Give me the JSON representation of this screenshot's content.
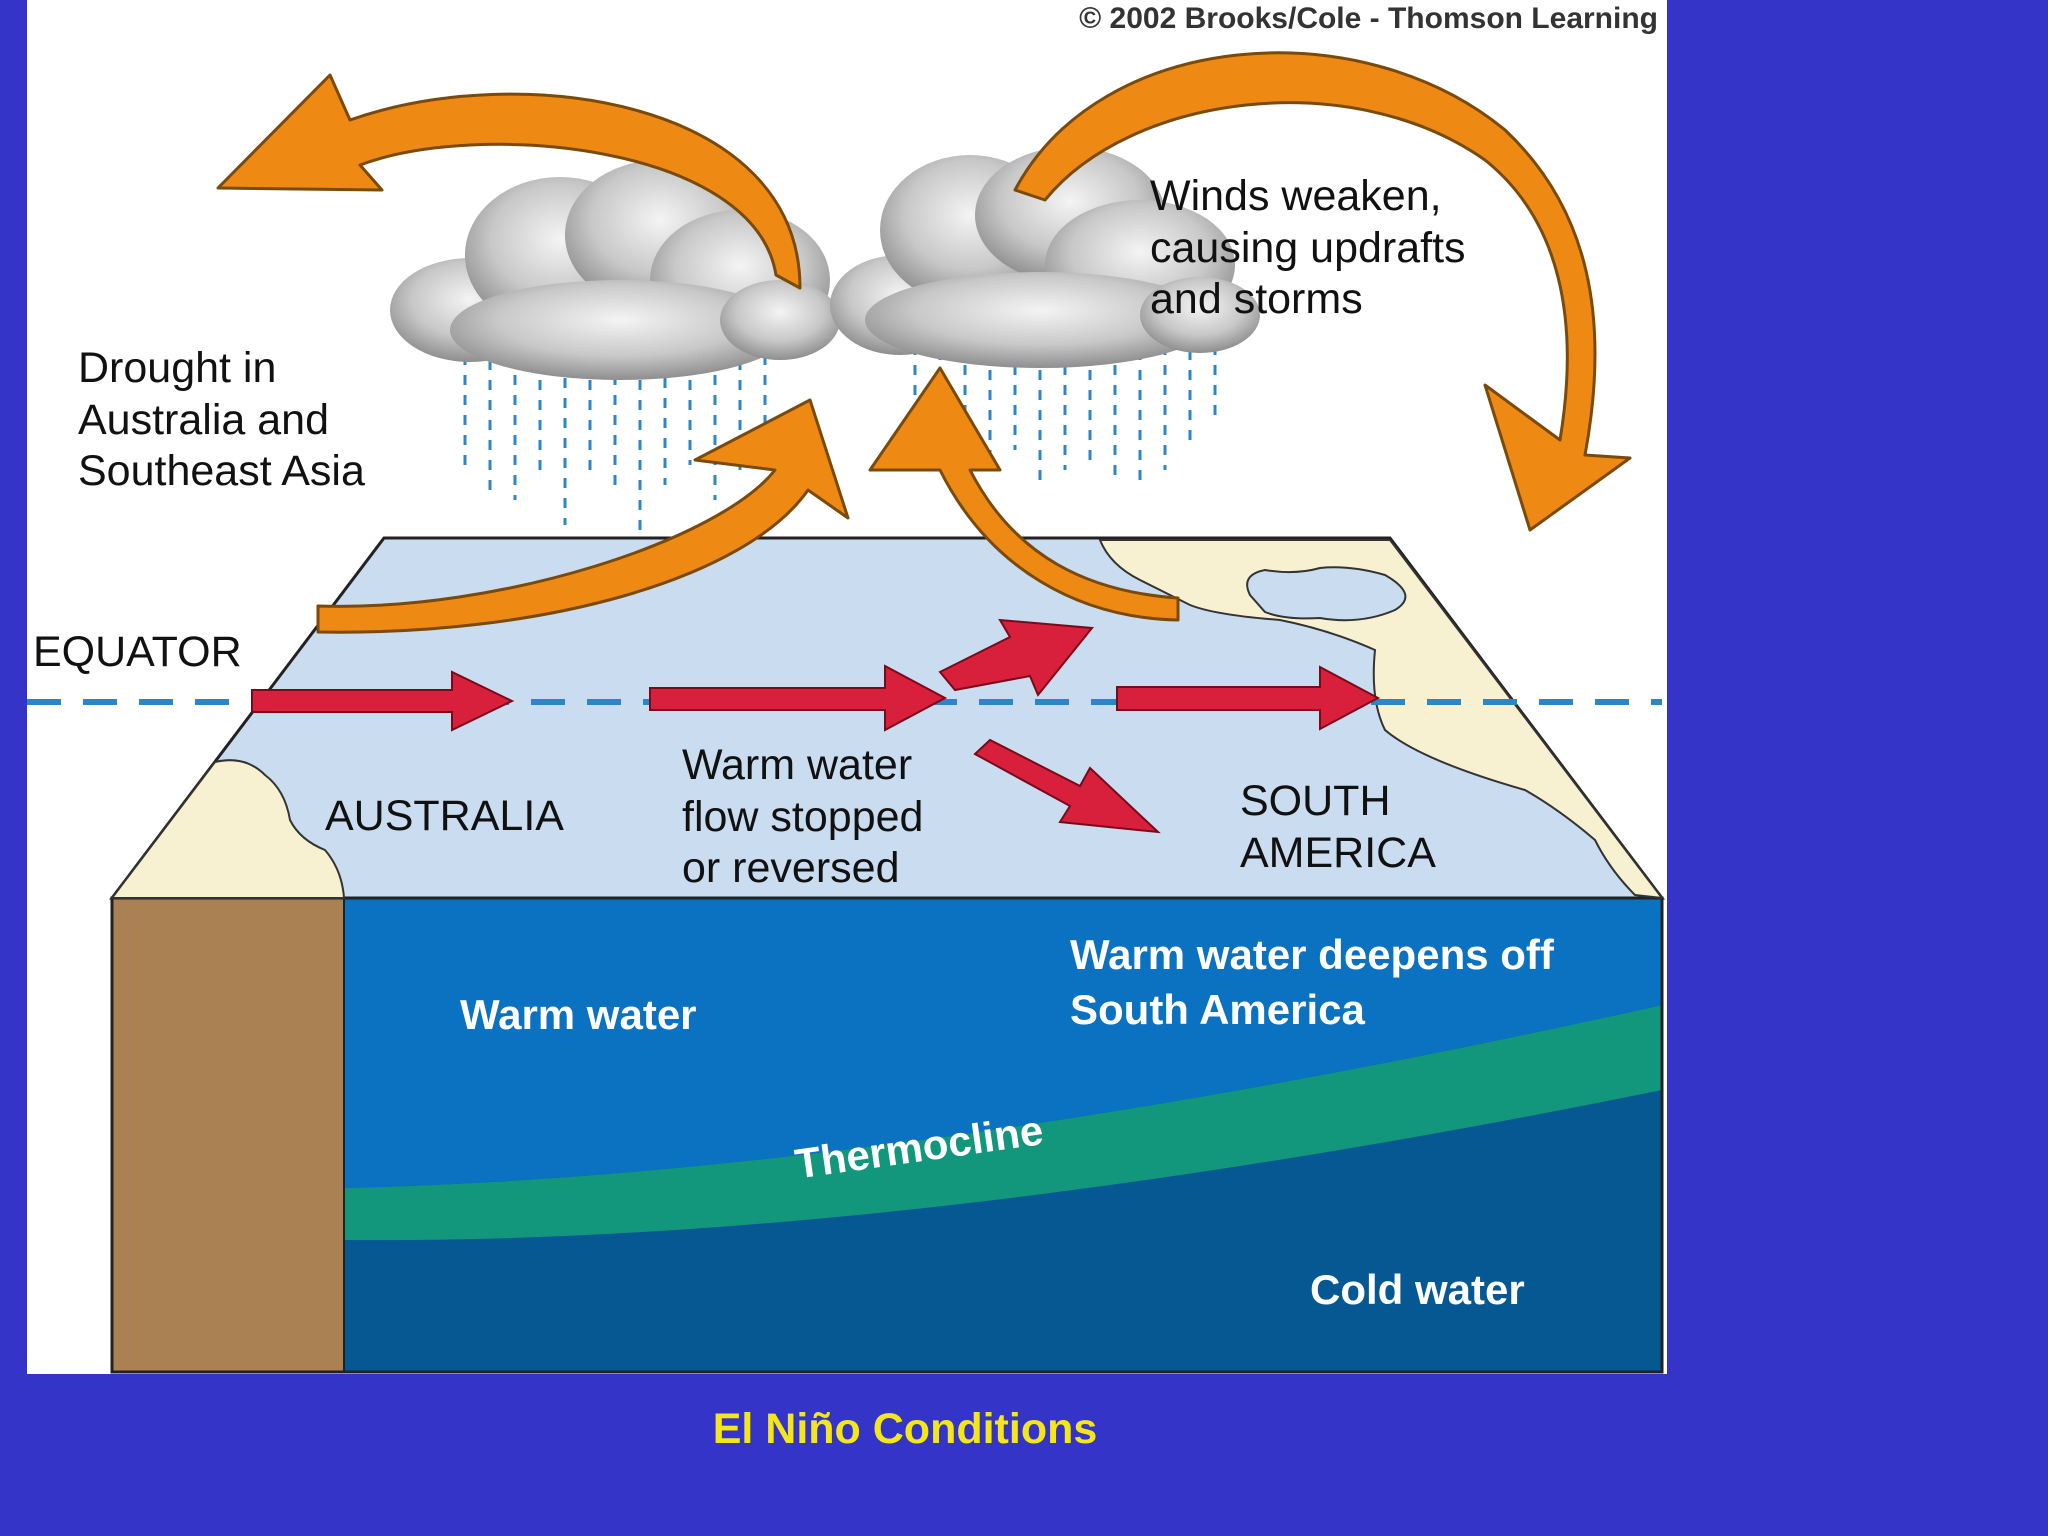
{
  "copyright": "© 2002 Brooks/Cole - Thomson Learning",
  "labels": {
    "drought": [
      "Drought in",
      "Australia and",
      "Southeast Asia"
    ],
    "winds": [
      "Winds weaken,",
      "causing updrafts",
      "and storms"
    ],
    "equator": "EQUATOR",
    "australia": "AUSTRALIA",
    "flow": [
      "Warm water",
      "flow stopped",
      "or reversed"
    ],
    "south_america": [
      "SOUTH",
      "AMERICA"
    ],
    "warm_water": "Warm water",
    "warm_deepens": [
      "Warm water deepens off",
      "South America"
    ],
    "thermocline": "Thermocline",
    "cold_water": "Cold water"
  },
  "caption": "El Niño Conditions",
  "colors": {
    "background": "#3434c8",
    "caption": "#f5e61a",
    "wind_arrow": "#ee8a14",
    "current_arrow": "#d8203c",
    "sea_surface": "#c9dcf0",
    "land": "#f7f1d2",
    "warm_layer": "#0a72c0",
    "thermocline": "#12967c",
    "cold_layer": "#065893",
    "landmass_section": "#a98152"
  }
}
